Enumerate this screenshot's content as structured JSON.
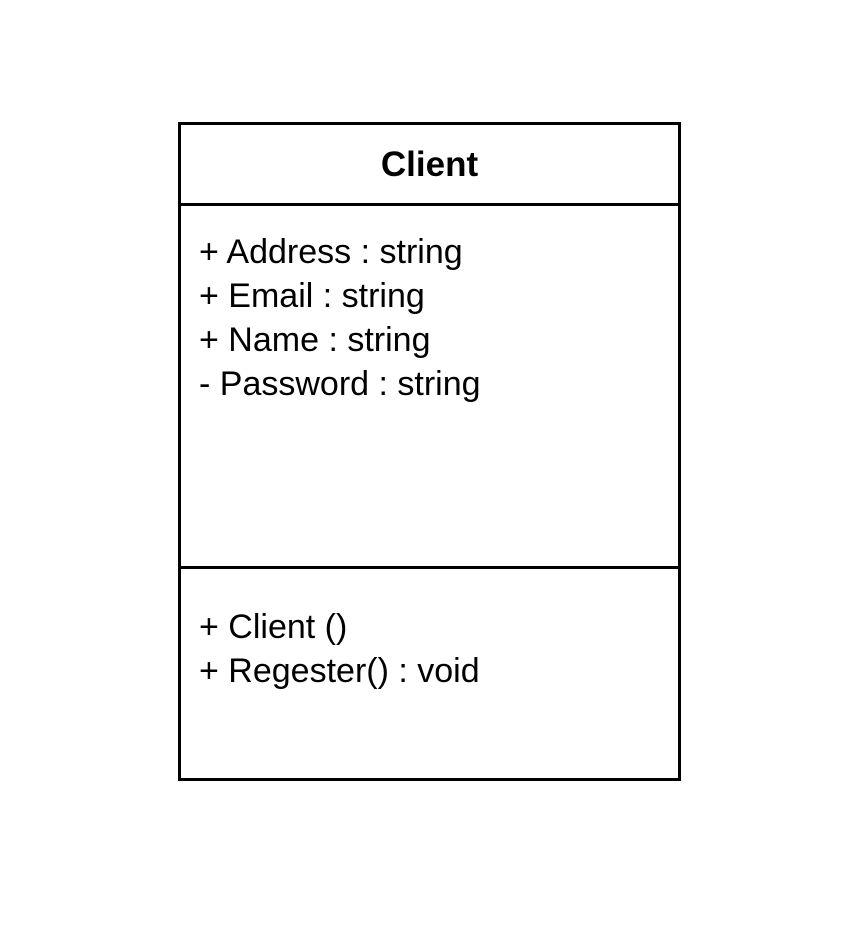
{
  "class": {
    "name": "Client",
    "attributes": [
      "+ Address : string",
      "+ Email : string",
      "+ Name : string",
      "- Password : string"
    ],
    "methods": [
      "+ Client ()",
      "+ Regester() : void"
    ]
  }
}
